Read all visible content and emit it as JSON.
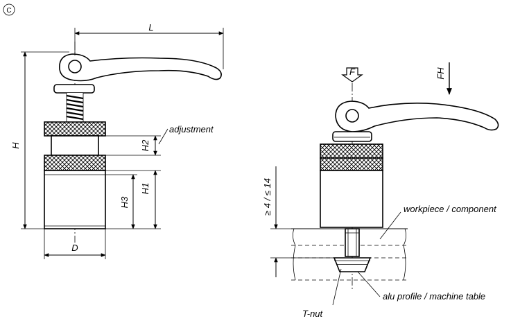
{
  "copyright_symbol": "C",
  "left_view": {
    "dimensions": {
      "length": "L",
      "height": "H",
      "height_2": "H2",
      "height_1": "H1",
      "height_3": "H3",
      "diameter": "D"
    },
    "callouts": {
      "adjustment": "adjustment"
    }
  },
  "right_view": {
    "forces": {
      "force": "F",
      "hand_force": "FH"
    },
    "clamp_range": "≥ 4 / ≤ 14",
    "callouts": {
      "workpiece": "workpiece / component",
      "tnut": "T-nut",
      "alu_profile": "alu profile / machine table"
    }
  }
}
